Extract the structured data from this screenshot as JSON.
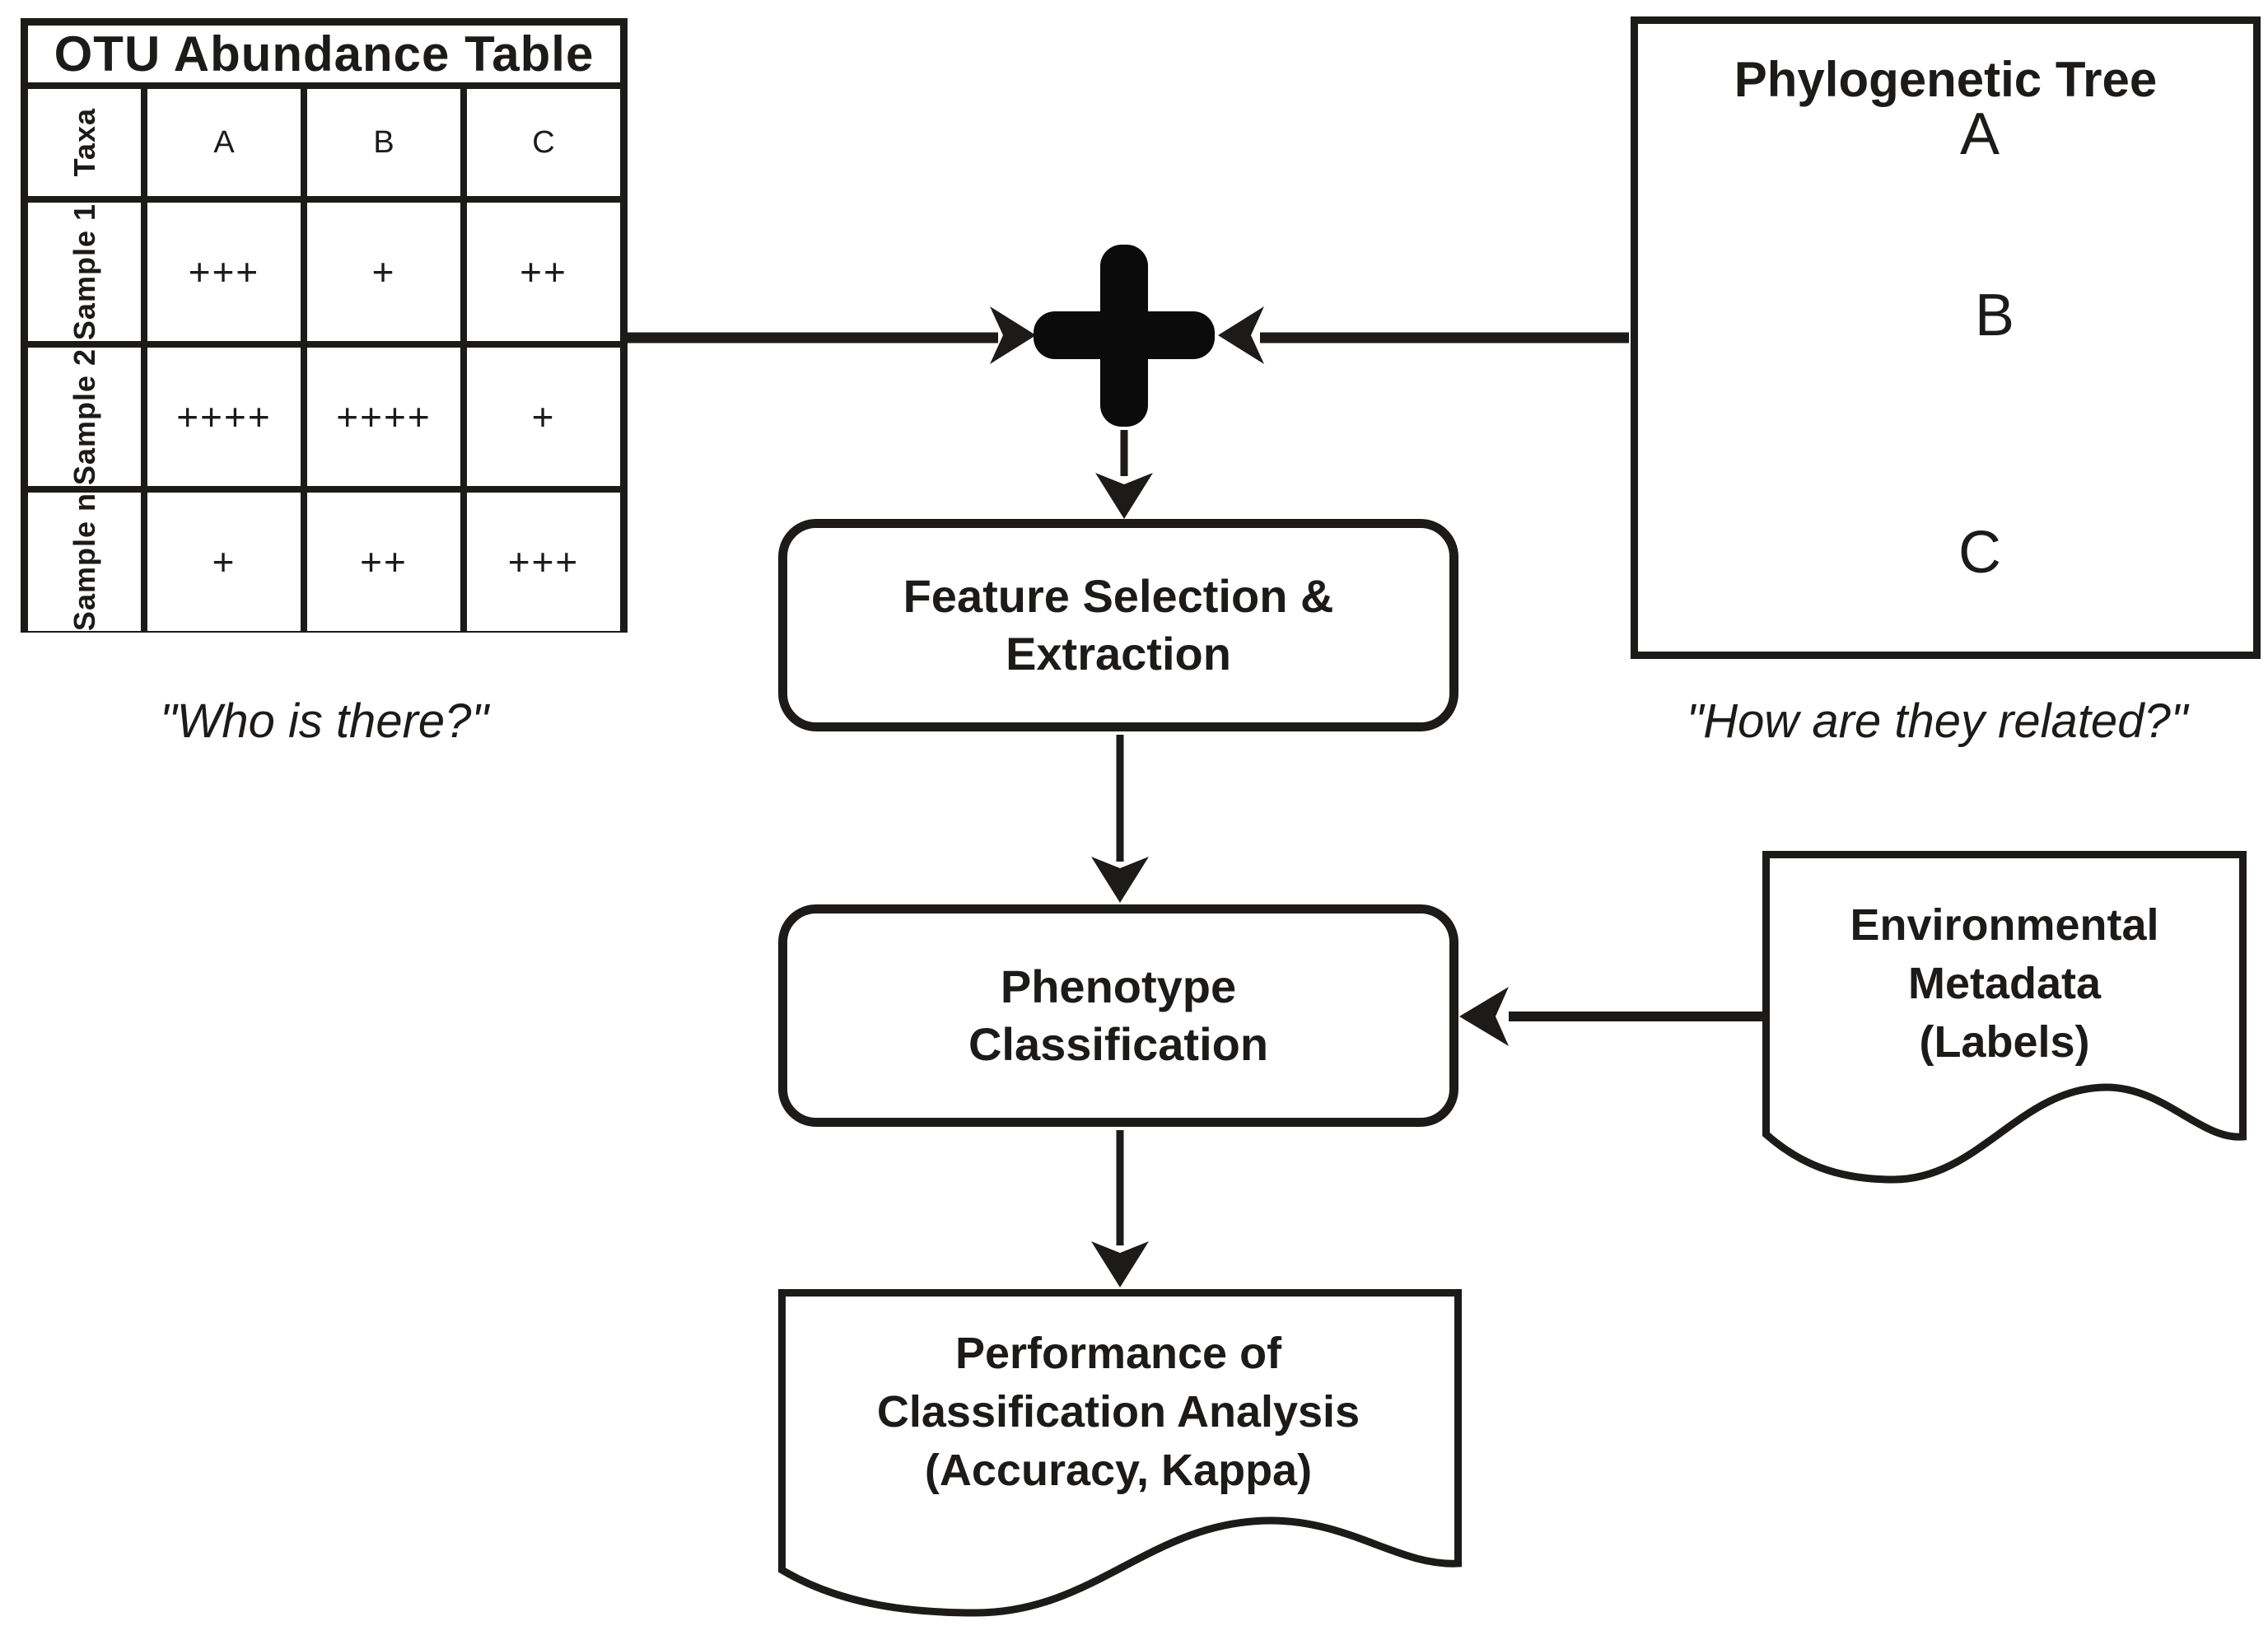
{
  "diagram": {
    "otu_table": {
      "title": "OTU Abundance Table",
      "corner_label": "Taxa",
      "col_headers": [
        "A",
        "B",
        "C"
      ],
      "row_labels": [
        "Sample 1",
        "Sample 2",
        "Sample n"
      ],
      "cells": [
        [
          "+++",
          "+",
          "++"
        ],
        [
          "++++",
          "++++",
          "+"
        ],
        [
          "+",
          "++",
          "+++"
        ]
      ],
      "caption": "\"Who is there?\""
    },
    "phylo_tree": {
      "title": "Phylogenetic Tree",
      "leaves": [
        "A",
        "B",
        "C"
      ],
      "caption": "\"How are they related?\""
    },
    "merge_icon": "plus",
    "nodes": {
      "feature": {
        "lines": [
          "Feature Selection &",
          "Extraction"
        ]
      },
      "phenotype": {
        "lines": [
          "Phenotype",
          "Classification"
        ]
      },
      "performance": {
        "lines": [
          "Performance of",
          "Classification Analysis",
          "(Accuracy, Kappa)"
        ]
      },
      "environmental": {
        "lines": [
          "Environmental",
          "Metadata",
          "(Labels)"
        ]
      }
    },
    "colors": {
      "ink": "#1c1b1a",
      "background": "#ffffff"
    }
  }
}
